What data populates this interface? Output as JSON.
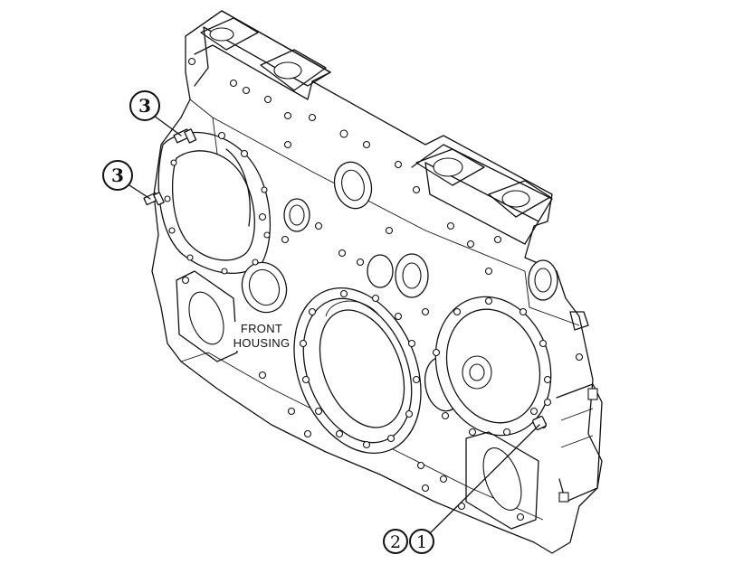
{
  "callouts": {
    "top_bolt": "3",
    "left_bolt": "3",
    "lower_left": "2",
    "lower_right": "1"
  },
  "label": {
    "line1": "FRONT",
    "line2": "HOUSING"
  }
}
